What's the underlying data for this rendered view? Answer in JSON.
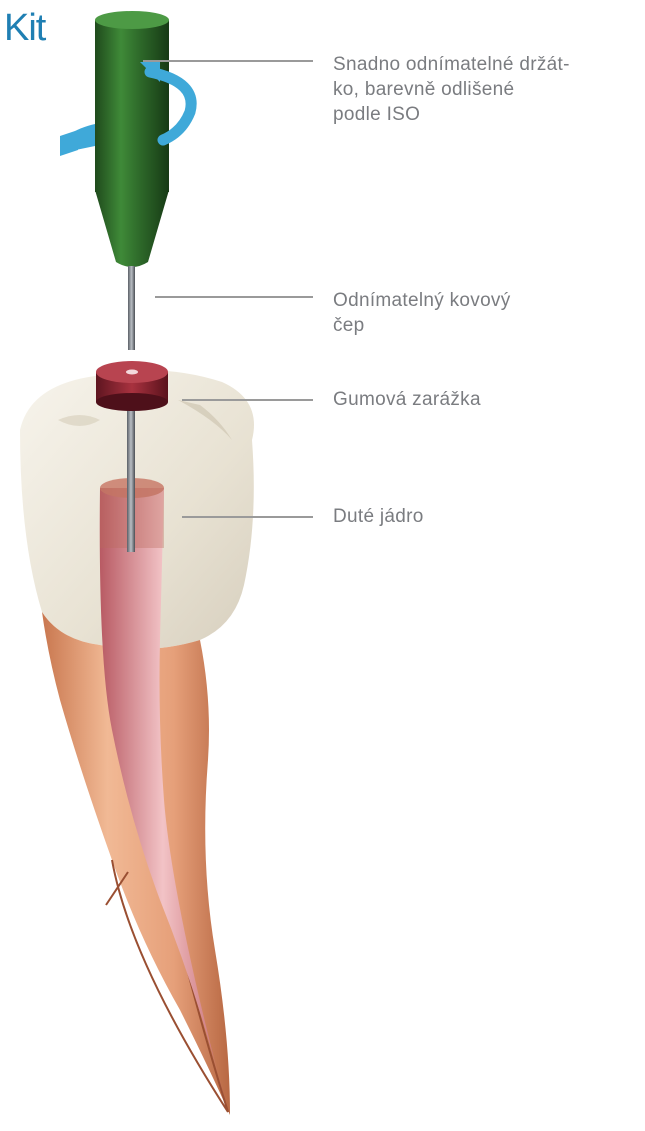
{
  "title": "Kit",
  "callouts": [
    {
      "lines": [
        "Snadno odnímatelné držát-",
        "ko, barevně odlišené",
        "podle ISO"
      ]
    },
    {
      "lines": [
        "Odnímatelný kovový",
        "čep"
      ]
    },
    {
      "lines": [
        "Gumová zarážka"
      ]
    },
    {
      "lines": [
        "Duté jádro"
      ]
    }
  ],
  "colors": {
    "title": "#1f7fb3",
    "label_text": "#7a7c80",
    "leader": "#9a9a9a",
    "handle": "#2f6e2a",
    "rotation_arrow": "#3fa9d9",
    "stopper": "#8e2430",
    "crown": "#ece7db",
    "root": "#e8a27a",
    "canal": "#d97f87"
  }
}
